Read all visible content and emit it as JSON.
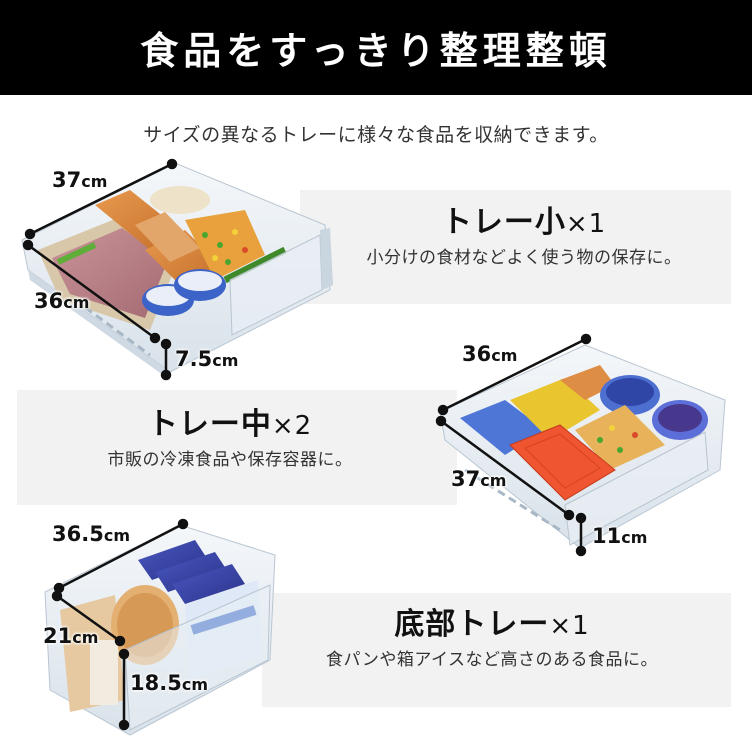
{
  "header": {
    "title": "食品をすっきり整理整頓",
    "background": "#000000",
    "text_color": "#ffffff"
  },
  "subtitle": "サイズの異なるトレーに様々な食品を収納できます。",
  "trays": [
    {
      "name": "トレー小",
      "multiplier": "×1",
      "description": "小分けの食材などよく使う物の保存に。",
      "dimensions": {
        "width": {
          "value": "37",
          "unit": "cm"
        },
        "depth": {
          "value": "36",
          "unit": "cm"
        },
        "height": {
          "value": "7.5",
          "unit": "cm"
        }
      }
    },
    {
      "name": "トレー中",
      "multiplier": "×2",
      "description": "市販の冷凍食品や保存容器に。",
      "dimensions": {
        "width": {
          "value": "36",
          "unit": "cm"
        },
        "depth": {
          "value": "37",
          "unit": "cm"
        },
        "height": {
          "value": "11",
          "unit": "cm"
        }
      }
    },
    {
      "name": "底部トレー",
      "multiplier": "×1",
      "description": "食パンや箱アイスなど高さのある食品に。",
      "dimensions": {
        "width": {
          "value": "36.5",
          "unit": "cm"
        },
        "depth": {
          "value": "21",
          "unit": "cm"
        },
        "height": {
          "value": "18.5",
          "unit": "cm"
        }
      }
    }
  ],
  "colors": {
    "panel_background": "#f2f2f2",
    "dimension_line": "#111111"
  }
}
